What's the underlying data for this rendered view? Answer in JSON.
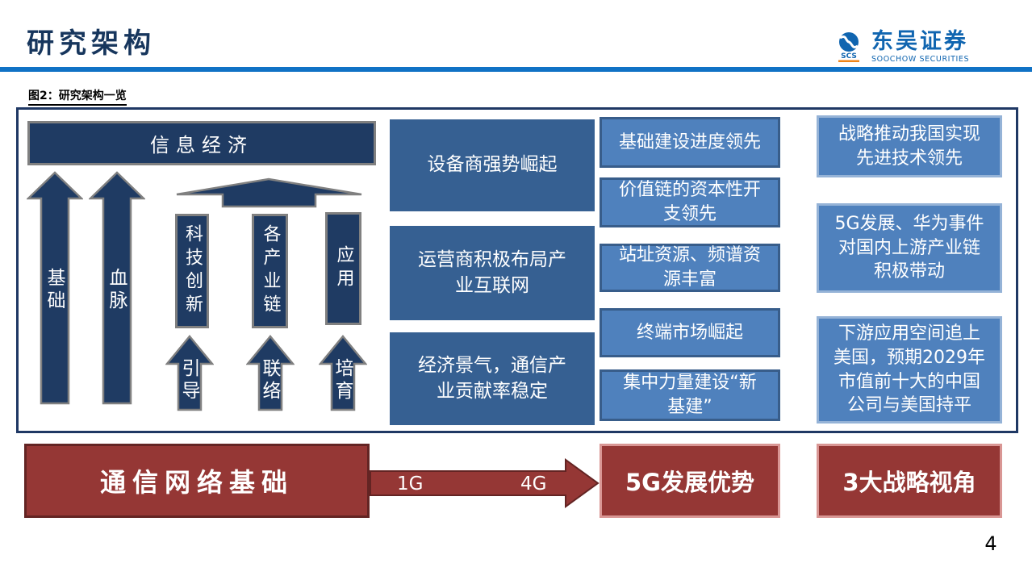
{
  "header": {
    "title": "研究架构",
    "logo_cn": "东吴证券",
    "logo_en": "SOOCHOW SECURITIES",
    "logo_abbr": "SCS"
  },
  "figure": {
    "caption": "图2：研究架构一览"
  },
  "footer": {
    "page_number": "4"
  },
  "colors": {
    "title": "#17365D",
    "rule": "#1072C5",
    "navy": "#1F3B63",
    "navyBorder": "#808080",
    "mid": "#366092",
    "light": "#4F81BD",
    "lightBorder": "#385D8A",
    "paleBorder": "#95B3D7",
    "red": "#953735",
    "redDark": "#632423",
    "redPale": "#D99694",
    "logoBlue": "#1065B0",
    "logoOrange": "#F08519"
  },
  "diagram": {
    "top_bar": "信息经济",
    "tall_arrows": [
      "基础",
      "血脉"
    ],
    "pillars": [
      "科技创新",
      "各产业链",
      "应用"
    ],
    "pillar_arrows": [
      "引导",
      "联络",
      "培育"
    ],
    "col2": [
      "设备商强势崛起",
      "运营商积极布局产\n业互联网",
      "经济景气，通信产\n业贡献率稳定"
    ],
    "col3": [
      "基础建设进度领先",
      "价值链的资本性开\n支领先",
      "站址资源、频谱资\n源丰富",
      "终端市场崛起",
      "集中力量建设“新\n基建”"
    ],
    "col4": [
      "战略推动我国实现\n先进技术领先",
      "5G发展、华为事件\n对国内上游产业链\n积极带动",
      "下游应用空间追上\n美国，预期2029年\n市值前十大的中国\n公司与美国持平"
    ]
  },
  "bottom": {
    "box1": "通信网络基础",
    "arrow_labels": [
      "1G",
      "4G"
    ],
    "box2": "5G发展优势",
    "box3": "3大战略视角"
  }
}
